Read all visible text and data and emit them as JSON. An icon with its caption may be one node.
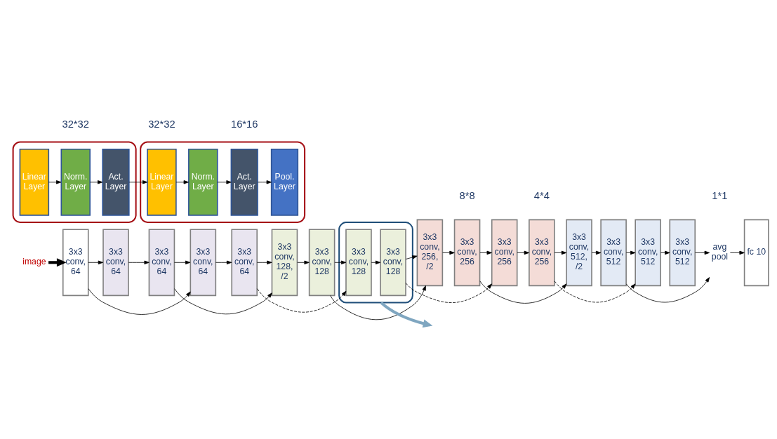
{
  "diagram": {
    "nodes": [
      {
        "text": [
          "image"
        ]
      },
      {
        "text": [
          "3x3 conv, 64"
        ]
      },
      {
        "text": [
          "3x3 conv, 64"
        ]
      },
      {
        "text": [
          "3x3 conv, 64"
        ]
      },
      {
        "text": [
          "3x3 conv, 64"
        ]
      },
      {
        "text": [
          "3x3 conv, 64"
        ]
      },
      {
        "text": [
          "3x3 conv, 128, /2"
        ]
      },
      {
        "text": [
          "3x3 conv, 128"
        ]
      },
      {
        "text": [],
        "shape": "box"
      },
      {
        "text": [
          "3x3 conv, 128"
        ],
        "in": 8
      },
      {
        "text": [
          "3x3 conv, 128"
        ],
        "in": 8
      },
      {
        "text": [
          "3x3 conv, 256, /2"
        ]
      },
      {
        "text": [
          "3x3 conv, 256"
        ]
      },
      {
        "text": [
          "3x3 conv, 256"
        ]
      },
      {
        "text": [
          "3x3 conv, 256"
        ]
      },
      {
        "text": [
          "3x3 conv, 512, /2"
        ]
      },
      {
        "text": [
          "3x3 conv, 512"
        ]
      },
      {
        "text": [
          "3x3 conv, 512"
        ]
      },
      {
        "text": [
          "3x3 conv, 512"
        ]
      },
      {
        "text": [
          "avg pool"
        ]
      },
      {
        "text": [
          "fc 10"
        ]
      },
      {
        "text": [],
        "shape": "box"
      },
      {
        "text": [
          "Linear Layer"
        ],
        "in": 21
      },
      {
        "text": [
          "Norm. Layer"
        ],
        "in": 21
      },
      {
        "text": [
          "Act. Layer"
        ],
        "in": 21
      },
      {
        "text": [],
        "shape": "box"
      },
      {
        "text": [
          "Linear Layer"
        ],
        "in": 25
      },
      {
        "text": [
          "Norm. Layer"
        ],
        "in": 25
      },
      {
        "text": [
          "Act. Layer"
        ],
        "in": 25
      },
      {
        "text": [
          "Pool. Layer"
        ],
        "in": 25
      }
    ],
    "edges": [
      {
        "from": 0,
        "to": 1,
        "arrow": "to",
        "style": "thick"
      },
      {
        "from": 1,
        "to": 2,
        "arrow": "to"
      },
      {
        "from": 2,
        "to": 3,
        "arrow": "to"
      },
      {
        "from": 3,
        "to": 4,
        "arrow": "to"
      },
      {
        "from": 4,
        "to": 5,
        "arrow": "to"
      },
      {
        "from": 5,
        "to": 6,
        "arrow": "to"
      },
      {
        "from": 6,
        "to": 7,
        "arrow": "to"
      },
      {
        "from": 7,
        "to": 9,
        "arrow": "to"
      },
      {
        "from": 9,
        "to": 10,
        "arrow": "to"
      },
      {
        "from": 10,
        "to": 11,
        "arrow": "to"
      },
      {
        "from": 11,
        "to": 12,
        "arrow": "to"
      },
      {
        "from": 12,
        "to": 13,
        "arrow": "to"
      },
      {
        "from": 13,
        "to": 14,
        "arrow": "to"
      },
      {
        "from": 14,
        "to": 15,
        "arrow": "to"
      },
      {
        "from": 15,
        "to": 16,
        "arrow": "to"
      },
      {
        "from": 16,
        "to": 17,
        "arrow": "to"
      },
      {
        "from": 17,
        "to": 18,
        "arrow": "to"
      },
      {
        "from": 18,
        "to": 19,
        "arrow": "to"
      },
      {
        "from": 19,
        "to": 20,
        "arrow": "to"
      },
      {
        "from": 1,
        "to": 4,
        "arrow": "to"
      },
      {
        "from": 3,
        "to": 6,
        "arrow": "to"
      },
      {
        "from": 5,
        "to": 9,
        "arrow": "to",
        "style": "dashed"
      },
      {
        "from": 7,
        "to": 11,
        "arrow": "to"
      },
      {
        "from": 10,
        "to": 13,
        "arrow": "to",
        "style": "dashed"
      },
      {
        "from": 12,
        "to": 15,
        "arrow": "to"
      },
      {
        "from": 14,
        "to": 17,
        "arrow": "to",
        "style": "dashed"
      },
      {
        "from": 16,
        "to": 19,
        "arrow": "to"
      },
      {
        "from": 8,
        "to": null,
        "arrow": "to",
        "style": "thick",
        "color": "#7fa6c0"
      },
      {
        "from": 22,
        "to": 23,
        "arrow": "to"
      },
      {
        "from": 23,
        "to": 24,
        "arrow": "to"
      },
      {
        "from": 24,
        "to": 26,
        "arrow": "to"
      },
      {
        "from": 26,
        "to": 27,
        "arrow": "to"
      },
      {
        "from": 27,
        "to": 28,
        "arrow": "to"
      },
      {
        "from": 28,
        "to": 29,
        "arrow": "to"
      }
    ],
    "labels": [
      "32*32",
      "32*32",
      "16*16",
      "8*8",
      "4*4",
      "1*1"
    ]
  }
}
